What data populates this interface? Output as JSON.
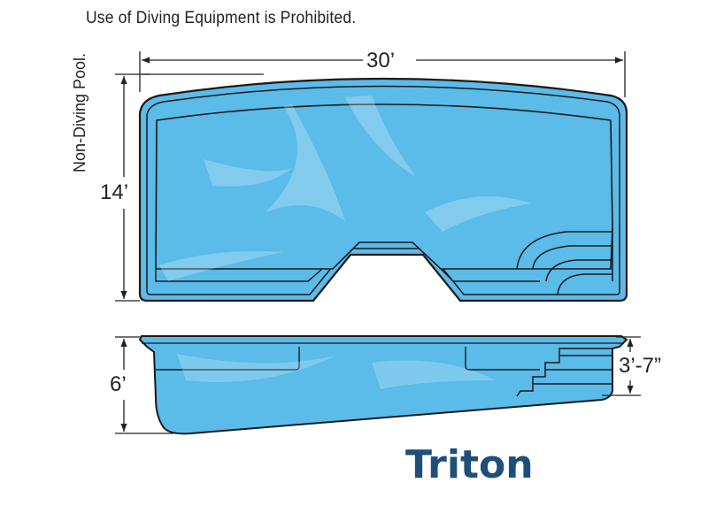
{
  "notice": "Use of Diving Equipment is Prohibited.",
  "pool_type_label": "Non-Diving Pool.",
  "dimensions": {
    "length": "30’",
    "width": "14’",
    "deep_end_depth": "6’",
    "shallow_end_depth": "3’-7”"
  },
  "model_name": "Triton",
  "colors": {
    "water": "#5bbbe9",
    "outline": "#1a1a1a",
    "title": "#1d4f79"
  }
}
